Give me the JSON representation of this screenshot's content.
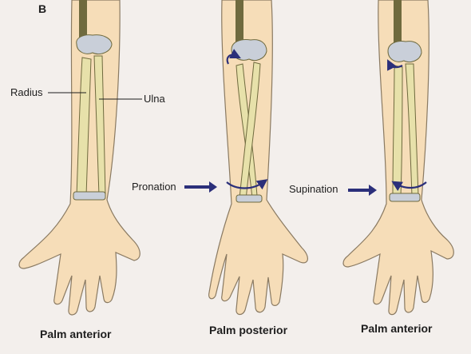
{
  "figure": {
    "panel_letter": "B",
    "labels": {
      "radius": "Radius",
      "ulna": "Ulna",
      "pronation": "Pronation",
      "supination": "Supination"
    },
    "captions": [
      "Palm anterior",
      "Palm posterior",
      "Palm anterior"
    ],
    "colors": {
      "background": "#f3efec",
      "skin": "#f6ddb8",
      "skin_outline": "#8a7a62",
      "bone": "#e7e1aa",
      "bone_outline": "#6f6a3e",
      "cartilage": "#c9cfd9",
      "arrow": "#2b2f7a"
    }
  }
}
